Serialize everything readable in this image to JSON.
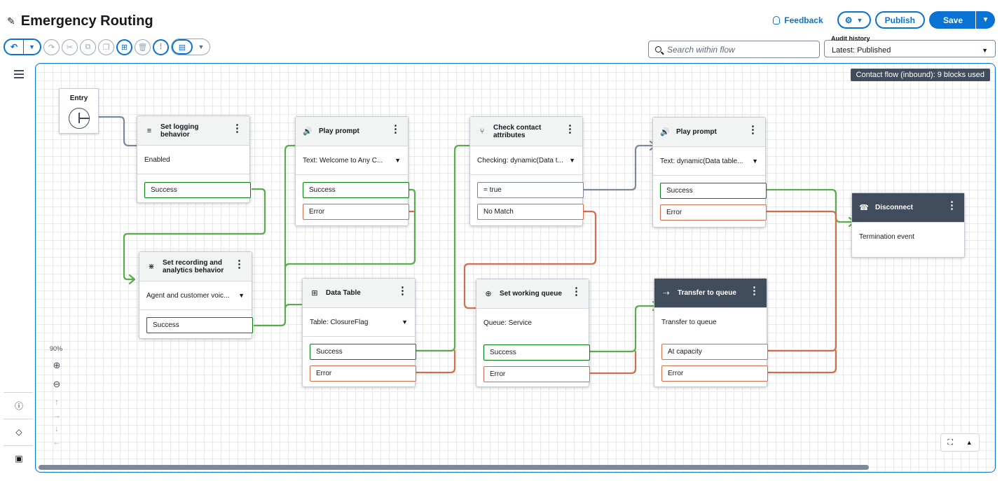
{
  "header": {
    "title": "Emergency Routing",
    "feedback_label": "Feedback",
    "publish_label": "Publish",
    "save_label": "Save"
  },
  "search": {
    "placeholder": "Search within flow"
  },
  "audit_history": {
    "label": "Audit history",
    "value": "Latest: Published"
  },
  "canvas": {
    "usage_label": "Contact flow (inbound): 9 blocks used",
    "zoom_level": "90%"
  },
  "blocks": {
    "entry": {
      "title": "Entry"
    },
    "logging": {
      "title_line1": "Set logging",
      "title_line2": "behavior",
      "row": "Enabled",
      "branches": [
        "Success"
      ]
    },
    "recording": {
      "title_line1": "Set recording and",
      "title_line2": "analytics behavior",
      "row": "Agent and customer voic...",
      "branches": [
        "Success"
      ]
    },
    "play1": {
      "title": "Play prompt",
      "row": "Text: Welcome to Any C...",
      "branches": [
        "Success",
        "Error"
      ]
    },
    "datatable": {
      "title": "Data Table",
      "row": "Table: ClosureFlag",
      "branches": [
        "Success",
        "Error"
      ]
    },
    "check": {
      "title_line1": "Check contact",
      "title_line2": "attributes",
      "row": "Checking: dynamic(Data t...",
      "branches": [
        "= true",
        "No Match"
      ]
    },
    "workqueue": {
      "title": "Set working queue",
      "row": "Queue: Service",
      "branches": [
        "Success",
        "Error"
      ]
    },
    "play2": {
      "title": "Play prompt",
      "row": "Text: dynamic(Data table...",
      "branches": [
        "Success",
        "Error"
      ]
    },
    "transfer": {
      "title": "Transfer to queue",
      "row": "Transfer to queue",
      "branches": [
        "At capacity",
        "Error"
      ]
    },
    "disconnect": {
      "title": "Disconnect",
      "row": "Termination event"
    }
  },
  "colors": {
    "accent": "#0972d3",
    "success": "#037f0c",
    "error": "#d16e4e",
    "neutral": "#7d8998"
  }
}
